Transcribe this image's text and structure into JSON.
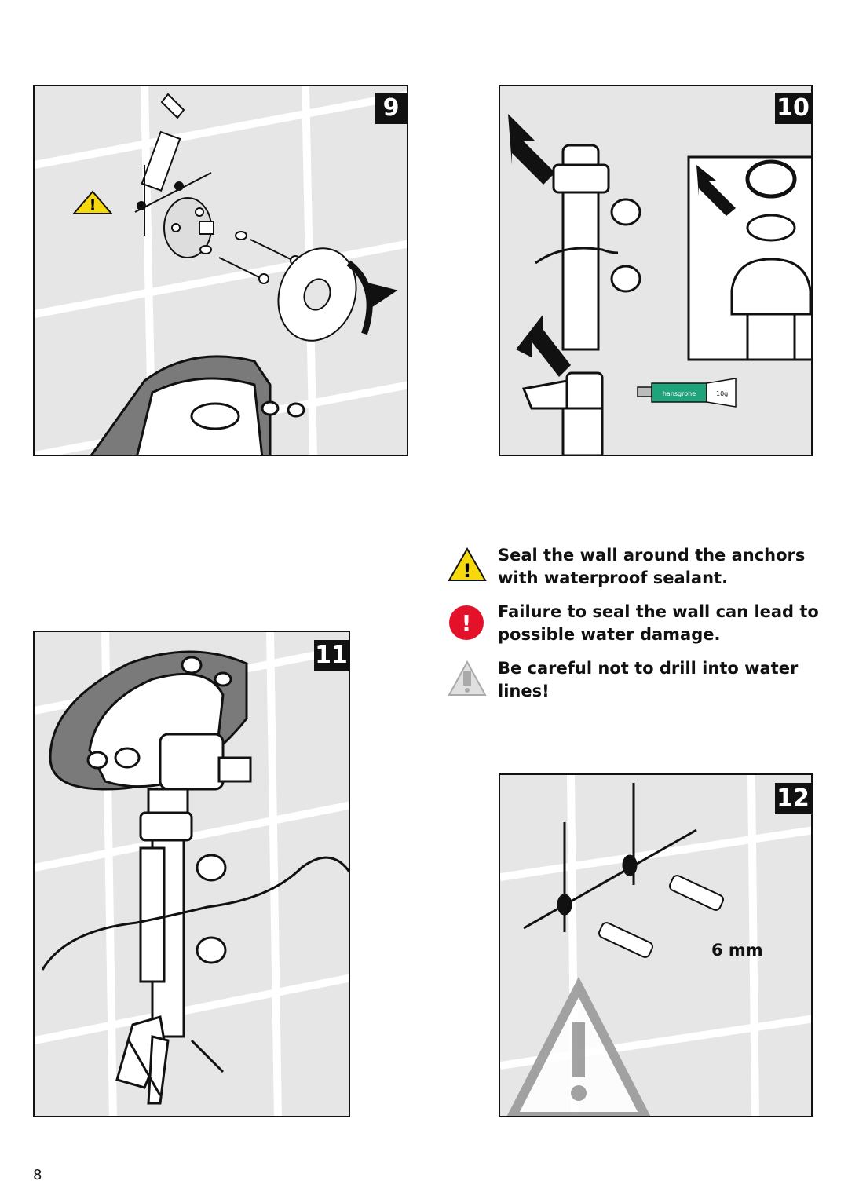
{
  "steps": {
    "s9": "9",
    "s10": "10",
    "s11": "11",
    "s12": "12"
  },
  "notes": [
    {
      "icon": "warning-triangle-icon",
      "text": "Seal the wall around the anchors with waterproof sealant."
    },
    {
      "icon": "exclamation-circle-icon",
      "text": "Failure to seal the wall can lead to possible water damage."
    },
    {
      "icon": "drill-warning-icon",
      "text": "Be careful not to drill into water lines!"
    }
  ],
  "figure_labels": {
    "drill_size": "6 mm",
    "tube_brand": "hansgrohe",
    "tube_size": "10g"
  },
  "page_number": "8",
  "colors": {
    "panel_bg": "#e6e6e7",
    "warning_yellow": "#f5d90a",
    "alert_red": "#e3122a",
    "tube_green": "#1fa37a"
  }
}
